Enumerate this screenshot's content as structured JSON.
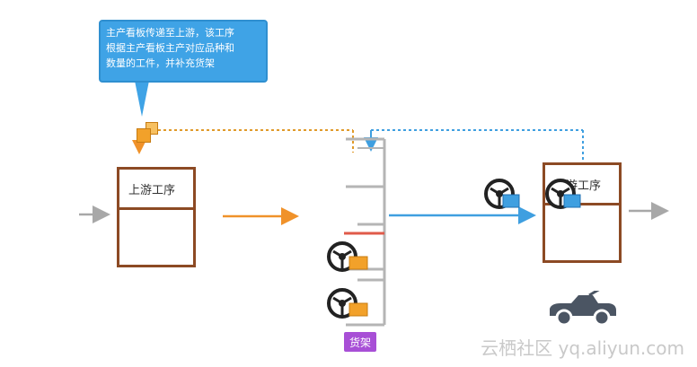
{
  "callout": {
    "text_line1": "主产看板传递至上游，该工序",
    "text_line2": "根据主产看板主产对应品种和",
    "text_line3": "数量的工件，并补充货架"
  },
  "upstream_process": {
    "label": "上游工序"
  },
  "downstream_process": {
    "label": "下游工序"
  },
  "shelf": {
    "label": "货架"
  },
  "watermark": {
    "text": "云栖社区 yq.aliyun.com"
  },
  "colors": {
    "kanban_orange": "#f2a12a",
    "flow_blue": "#3f9fe0",
    "flow_orange": "#f0922a",
    "box_brown": "#8c4a24",
    "shelf_gray": "#b5b5b5",
    "shelf_red": "#e05a4a",
    "shelf_tag_purple": "#a84fd6"
  },
  "icons": {
    "kanban": "kanban-card-icon",
    "steering": "steering-wheel-icon",
    "car": "car-icon"
  }
}
